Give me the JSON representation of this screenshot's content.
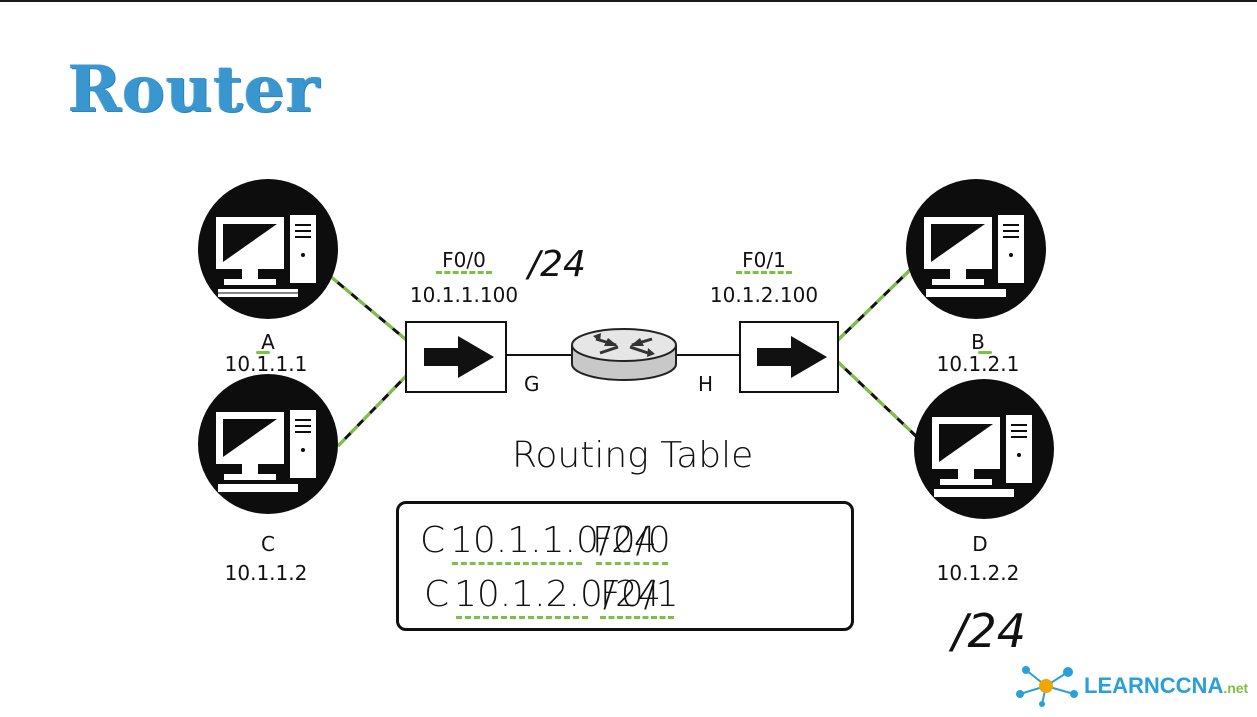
{
  "title": "Router",
  "hosts": {
    "A": {
      "name": "A",
      "ip": "10.1.1.1"
    },
    "B": {
      "name": "B",
      "ip": "10.1.2.1"
    },
    "C": {
      "name": "C",
      "ip": "10.1.1.2"
    },
    "D": {
      "name": "D",
      "ip": "10.1.2.2"
    }
  },
  "interfaces": {
    "left": {
      "name": "F0/0",
      "ip": "10.1.1.100"
    },
    "right": {
      "name": "F0/1",
      "ip": "10.1.2.100"
    }
  },
  "switches": {
    "left": "G",
    "right": "H"
  },
  "mask_notes": {
    "top": "/24",
    "bottom": "/24"
  },
  "routing_table": {
    "heading": "Routing Table",
    "entries": [
      {
        "code": "C",
        "network": "10.1.1.0/24",
        "interface": "F0/0"
      },
      {
        "code": "C",
        "network": "10.1.2.0/24",
        "interface": "F0/1"
      }
    ]
  },
  "logo": {
    "brand": "LEARNCCNA",
    "suffix": ".net"
  },
  "colors": {
    "title": "#3a96cf",
    "highlight": "#7cc242",
    "logo": "#2a9fd8"
  }
}
